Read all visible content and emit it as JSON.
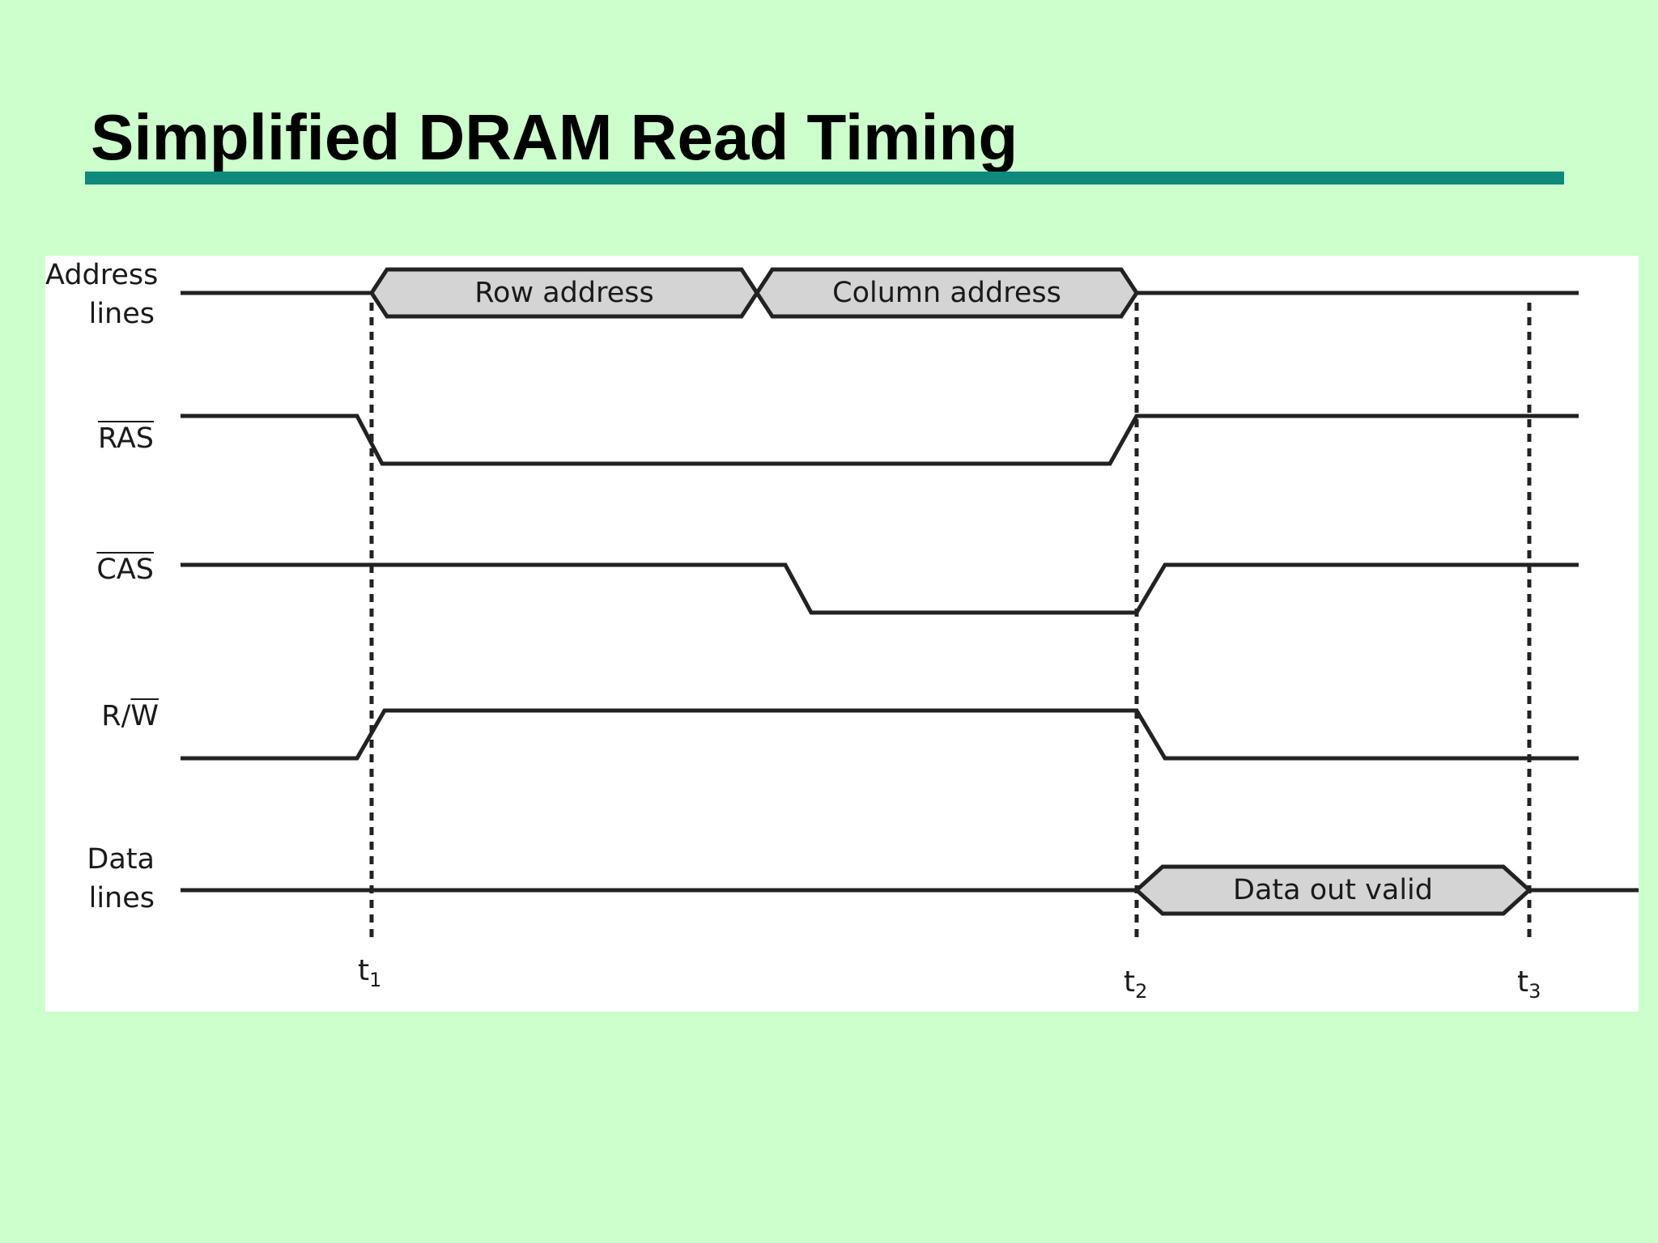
{
  "title": "Simplified DRAM Read Timing",
  "colors": {
    "background": "#ccffcc",
    "title_rule": "#0e8a7c",
    "bus_fill": "#d4d4d4",
    "signal_line": "#222222"
  },
  "signals": {
    "address": {
      "label_line1": "Address",
      "label_line2": "lines"
    },
    "ras": {
      "label": "RAS"
    },
    "cas": {
      "label": "CAS"
    },
    "rw": {
      "label_r": "R/",
      "label_w": "W"
    },
    "data": {
      "label_line1": "Data",
      "label_line2": "lines"
    }
  },
  "bus_labels": {
    "row": "Row address",
    "column": "Column address",
    "data_out": "Data out valid"
  },
  "time_markers": [
    {
      "base": "t",
      "sub": "1"
    },
    {
      "base": "t",
      "sub": "2"
    },
    {
      "base": "t",
      "sub": "3"
    }
  ]
}
